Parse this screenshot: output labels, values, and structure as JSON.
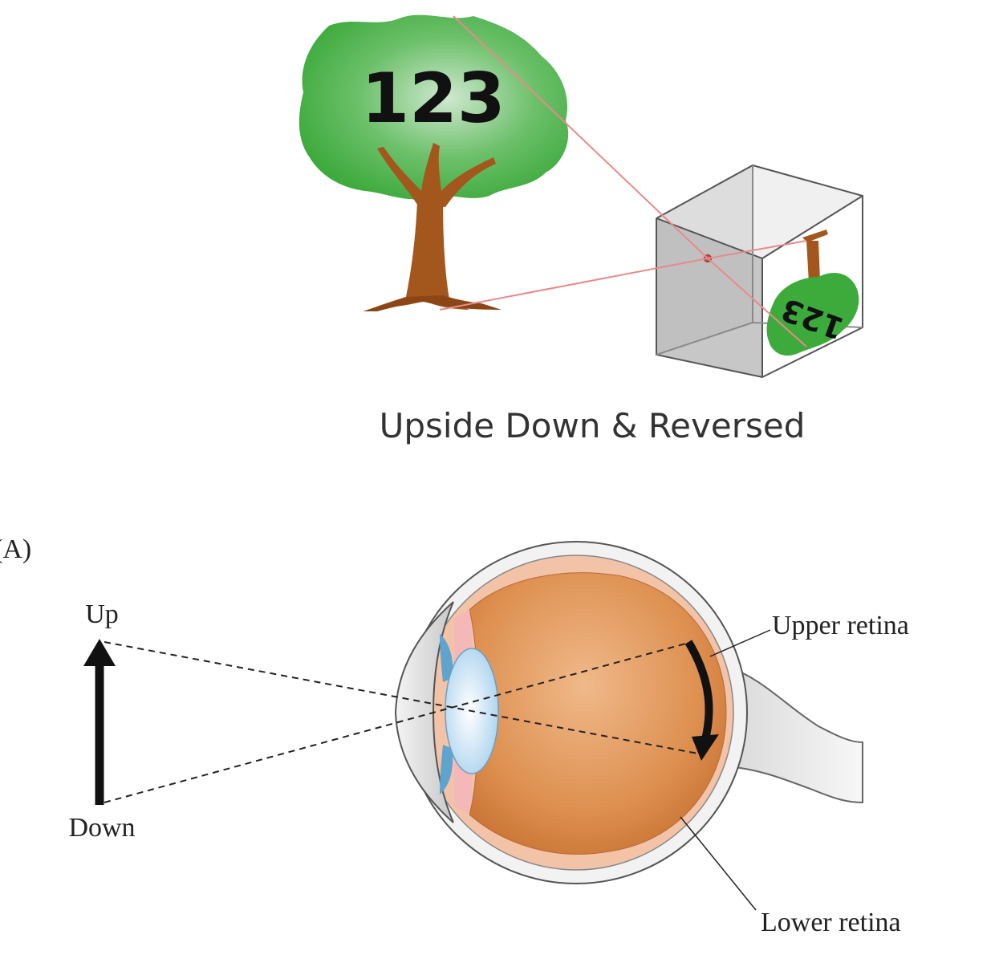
{
  "pinhole": {
    "tree_text": "123",
    "image_text": "123",
    "caption": "Upside Down & Reversed"
  },
  "eye": {
    "panel_label": "(A)",
    "object_top_label": "Up",
    "object_bottom_label": "Down",
    "upper_retina_label": "Upper retina",
    "lower_retina_label": "Lower retina"
  },
  "colors": {
    "foliage": "#3daa3c",
    "trunk": "#a3571d",
    "ray": "#e88a8a",
    "box_back": "#c9c9c9",
    "eyeball": "#dd8f4f",
    "sclera_ring": "#f2c3a6",
    "lens": "#cfe6f5",
    "cornea": "#dcdcdc"
  }
}
